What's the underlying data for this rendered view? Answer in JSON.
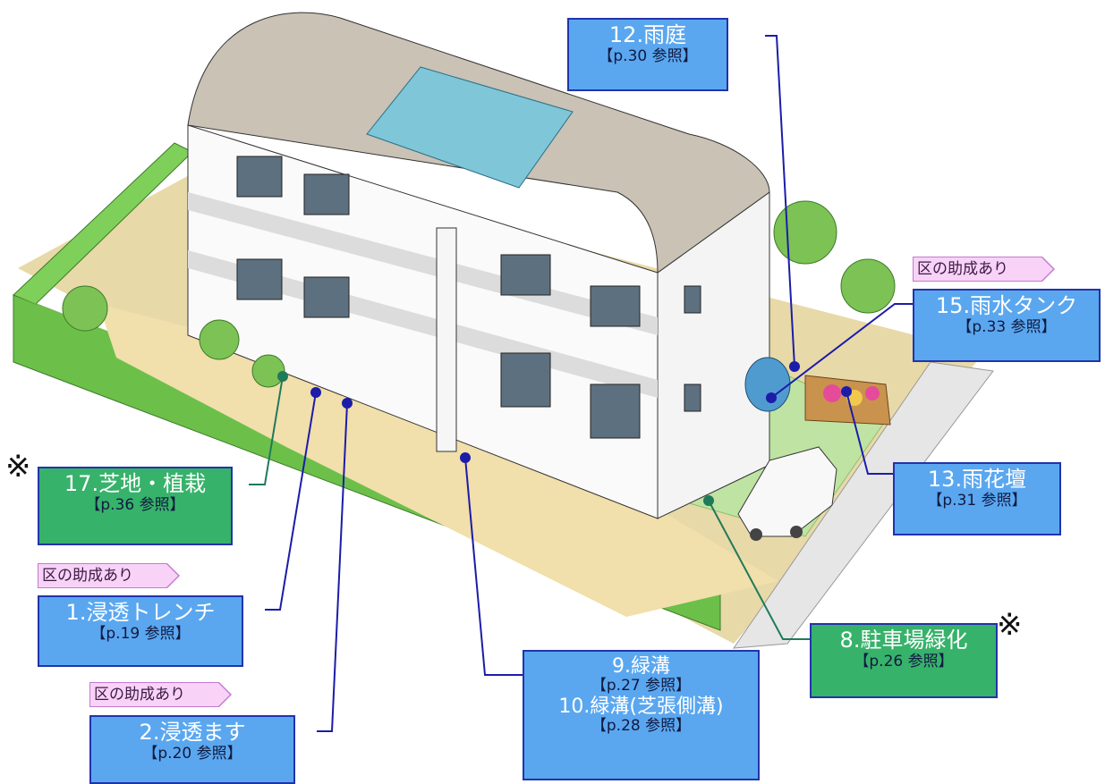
{
  "tags": {
    "subsidy": "区の助成あり"
  },
  "marks": {
    "note": "※"
  },
  "labels": {
    "l12": {
      "title": "12.雨庭",
      "ref": "【p.30 参照】"
    },
    "l15": {
      "title": "15.雨水タンク",
      "ref": "【p.33 参照】"
    },
    "l13": {
      "title": "13.雨花壇",
      "ref": "【p.31 参照】"
    },
    "l17": {
      "title": "17.芝地・植栽",
      "ref": "【p.36 参照】"
    },
    "l1": {
      "title": "1.浸透トレンチ",
      "ref": "【p.19 参照】"
    },
    "l2": {
      "title": "2.浸透ます",
      "ref": "【p.20 参照】"
    },
    "l8": {
      "title": "8.駐車場緑化",
      "ref": "【p.26 参照】"
    },
    "l9": {
      "title": "9.緑溝",
      "ref": "【p.27 参照】",
      "title2": "10.緑溝(芝張側溝)",
      "ref2": "【p.28 参照】"
    }
  },
  "colors": {
    "label_blue": "#5aa7f0",
    "label_green": "#37b26a",
    "leader_blue": "#1c1ca8",
    "leader_green": "#1f7a5a",
    "tag_pink": "#f9d2f7"
  }
}
